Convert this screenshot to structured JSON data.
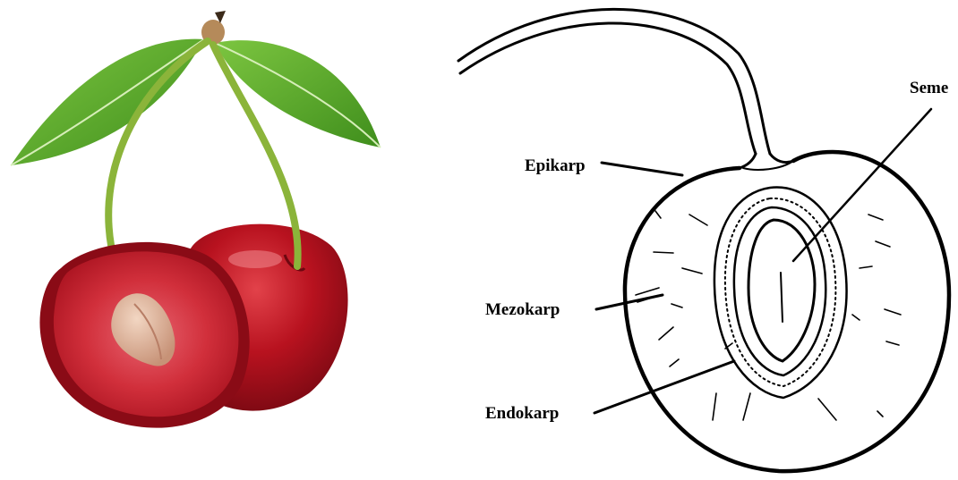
{
  "photo": {
    "subject": "cherry-pair-with-halved-cherry",
    "colors": {
      "flesh": "#c8222e",
      "skin": "#a5101c",
      "leaf": "#5fae2c",
      "stem": "#8bb43a",
      "pit": "#d9b49a"
    }
  },
  "diagram": {
    "labels": {
      "epicarp": "Epikarp",
      "mesocarp": "Mezokarp",
      "endocarp": "Endokarp",
      "seed": "Seme"
    },
    "colors": {
      "ink": "#000000",
      "paper": "#ffffff"
    }
  }
}
